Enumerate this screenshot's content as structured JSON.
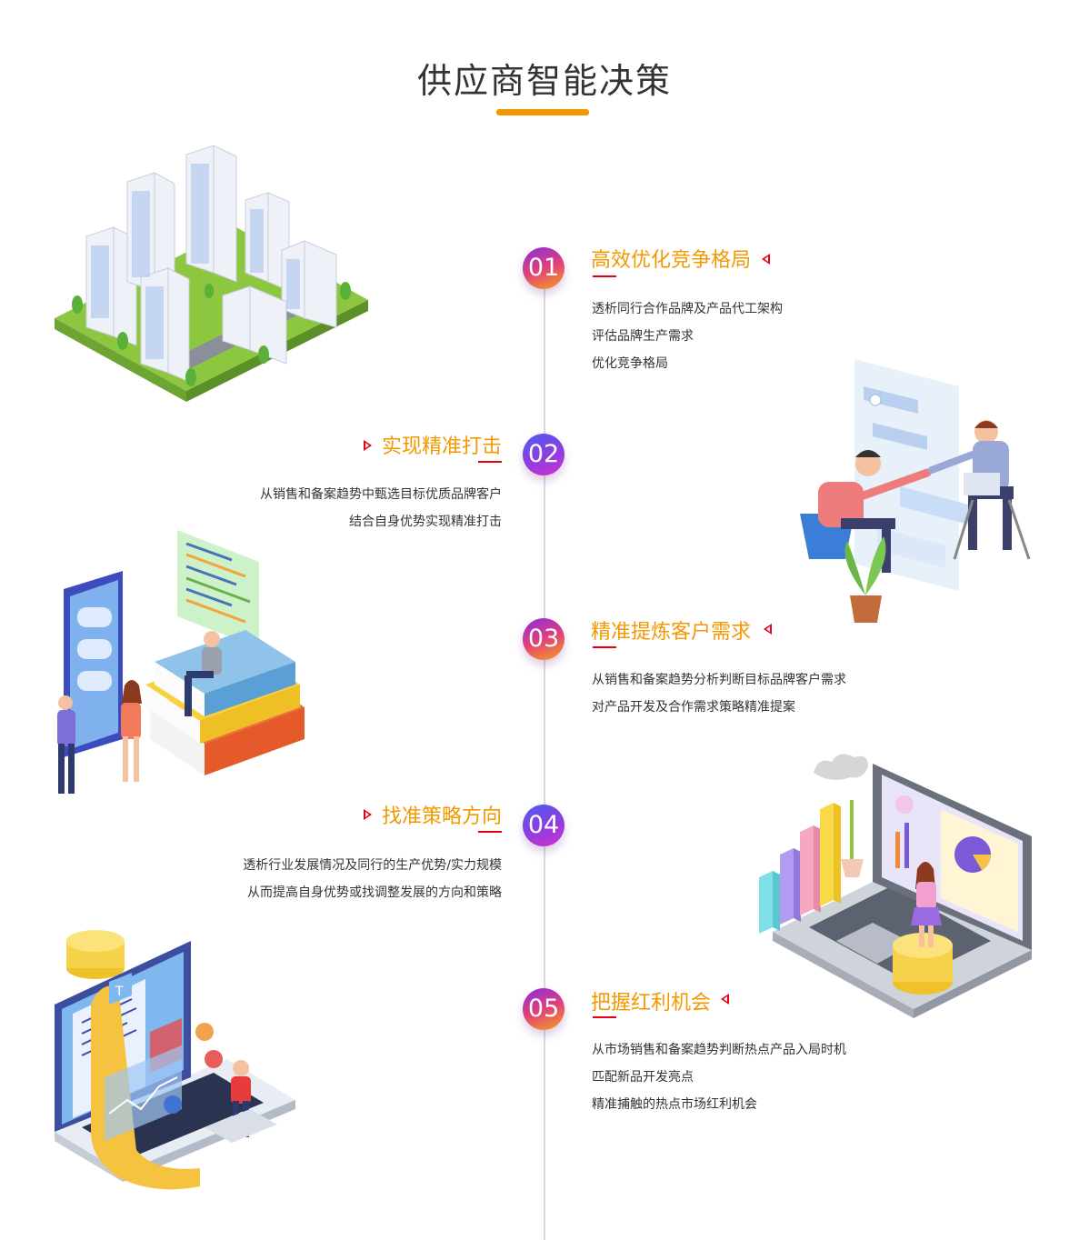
{
  "title": "供应商智能决策",
  "sections": [
    {
      "number": "01",
      "title": "高效优化竞争格局",
      "lines": [
        "透析同行合作品牌及产品代工架构",
        "评估品牌生产需求",
        "优化竞争格局"
      ]
    },
    {
      "number": "02",
      "title": "实现精准打击",
      "lines": [
        "从销售和备案趋势中甄选目标优质品牌客户",
        "结合自身优势实现精准打击"
      ]
    },
    {
      "number": "03",
      "title": "精准提炼客户需求",
      "lines": [
        "从销售和备案趋势分析判断目标品牌客户需求",
        "对产品开发及合作需求策略精准提案"
      ]
    },
    {
      "number": "04",
      "title": "找准策略方向",
      "lines": [
        "透析行业发展情况及同行的生产优势/实力规模",
        "从而提高自身优势或找调整发展的方向和策略"
      ]
    },
    {
      "number": "05",
      "title": "把握红利机会",
      "lines": [
        "从市场销售和备案趋势判断热点产品入局时机",
        "匹配新品开发亮点",
        "精准捕触的热点市场红利机会"
      ]
    }
  ],
  "colors": {
    "accent": "#f39800",
    "marker": "#e60012",
    "text": "#333333",
    "line": "#d9d9d9"
  },
  "illustrations": [
    "isometric-city",
    "business-handshake",
    "phone-books-team",
    "laptop-charts-coins",
    "laptop-documents-coins"
  ]
}
